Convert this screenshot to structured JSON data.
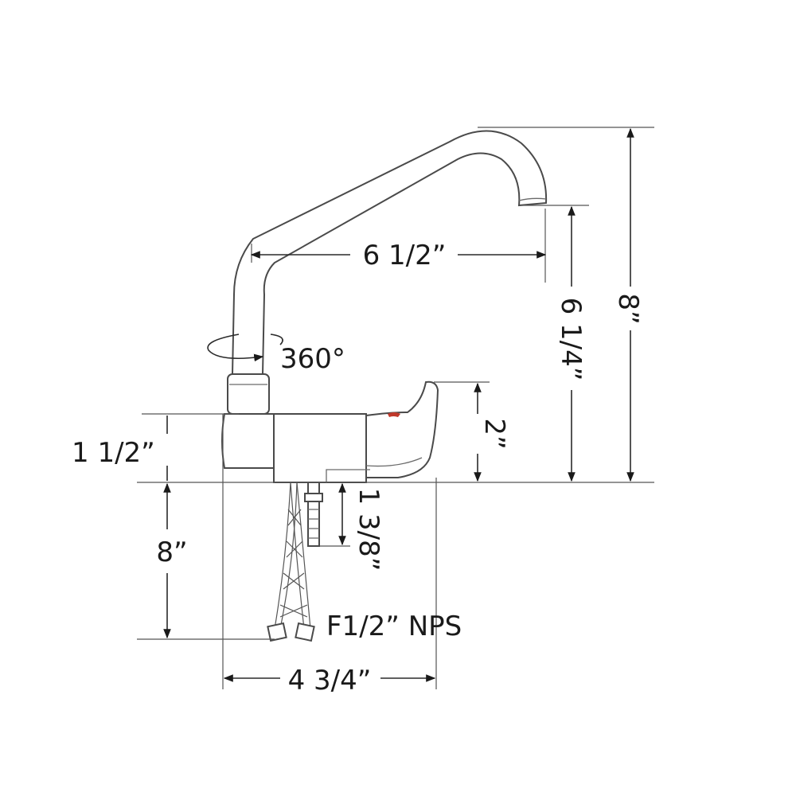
{
  "diagram": {
    "labels": {
      "spout_reach": "6 1/2”",
      "spout_clearance": "6 1/4”",
      "total_height": "8”",
      "handle_height": "2”",
      "rotation": "360°",
      "body_height": "1 1/2”",
      "hose_length": "8”",
      "shank_length": "1 3/8”",
      "connection": "F1/2” NPS",
      "body_width": "4 3/4”"
    },
    "colors": {
      "line": "#2a2a2a",
      "outline": "#4a4a4a",
      "handle_accent": "#c0392b"
    }
  }
}
